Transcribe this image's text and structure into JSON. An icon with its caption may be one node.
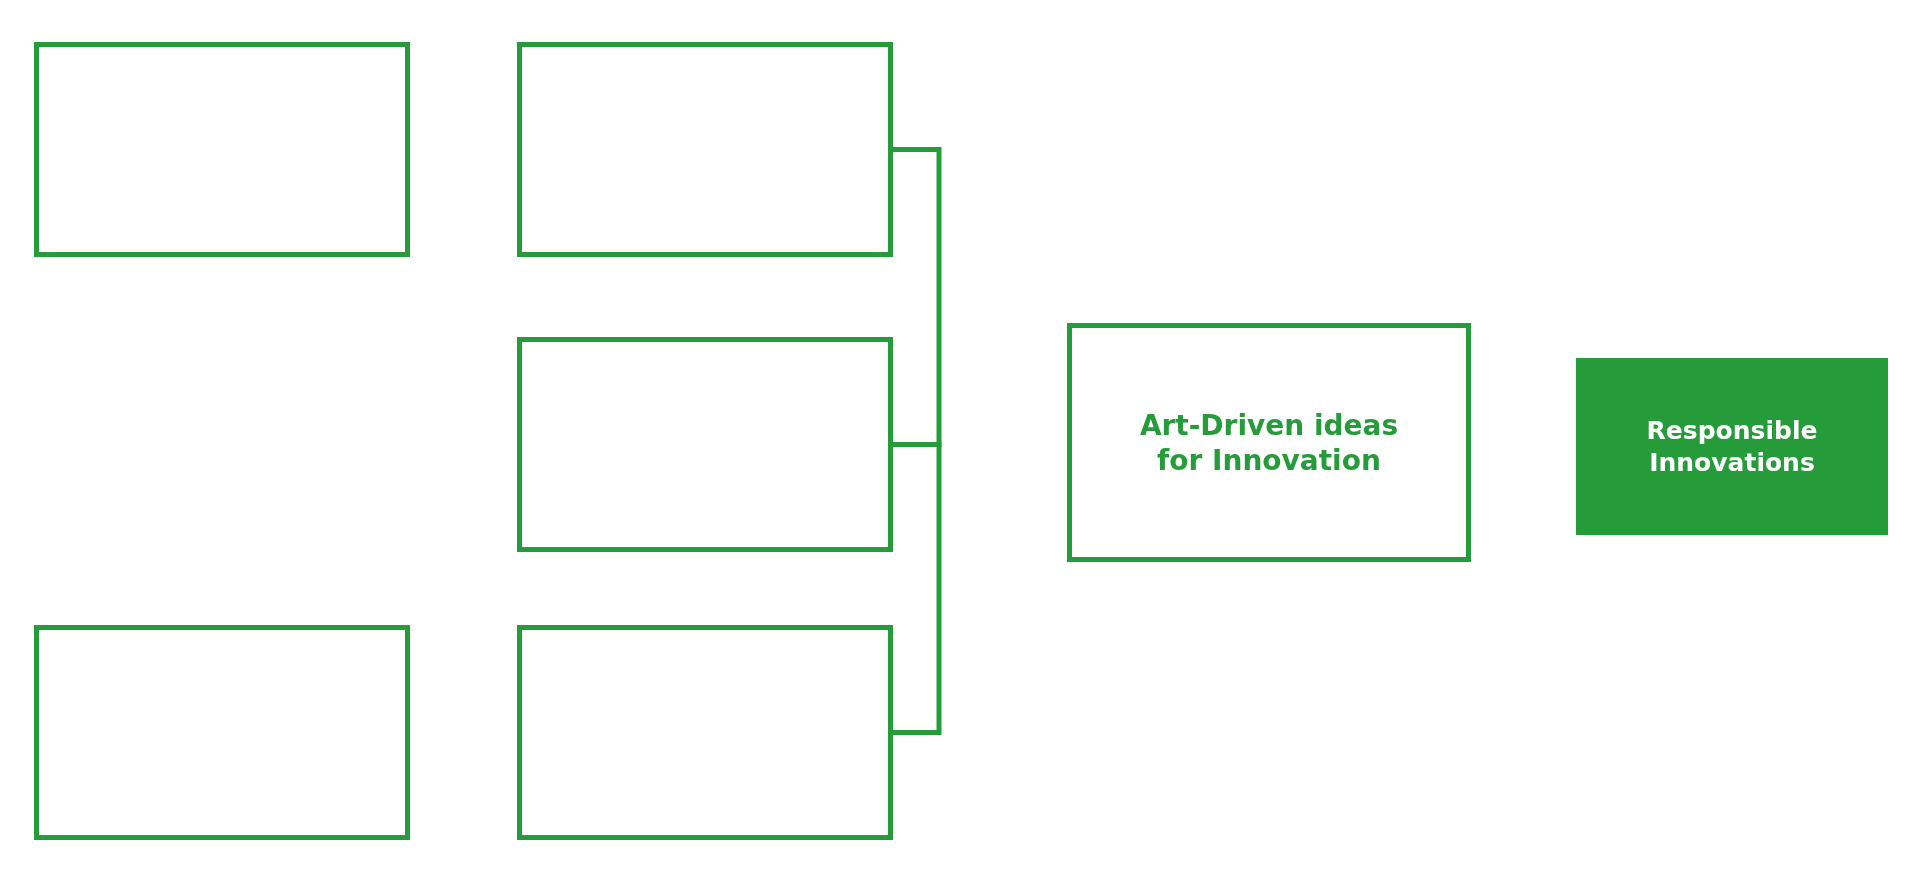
{
  "diagram": {
    "nodes": [
      {
        "text": [],
        "shape": "box"
      },
      {
        "text": [],
        "shape": "box"
      },
      {
        "text": [],
        "shape": "box"
      },
      {
        "text": [
          "Art-Driven ideas for Innovation"
        ]
      },
      {
        "text": [
          "Responsible Innovations"
        ]
      },
      {
        "text": [],
        "shape": "box"
      },
      {
        "text": [],
        "shape": "box"
      }
    ],
    "edges": [
      {
        "from": 1,
        "to": 2,
        "arrow": "none"
      },
      {
        "from": 2,
        "to": 6,
        "arrow": "none"
      }
    ]
  }
}
